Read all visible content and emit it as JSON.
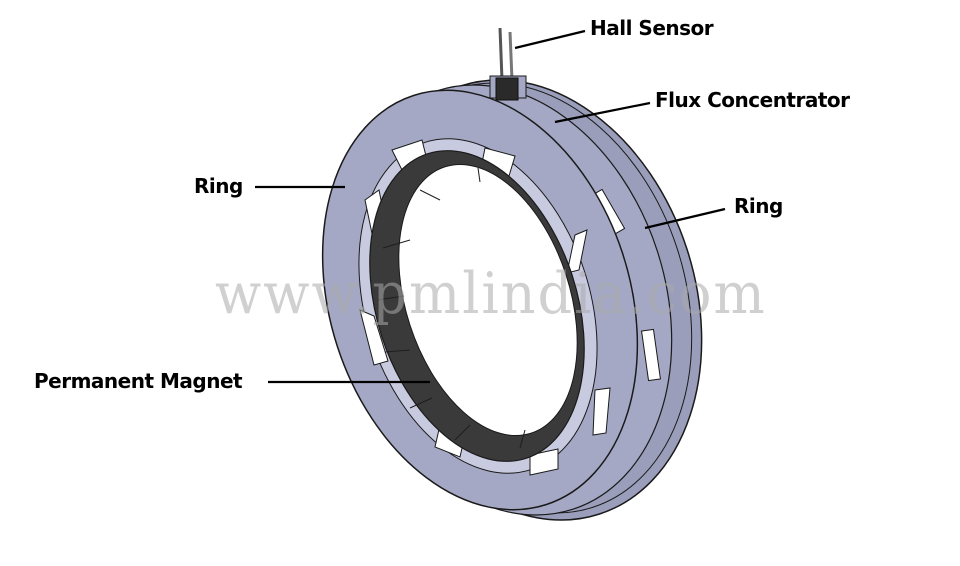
{
  "diagram": {
    "labels": {
      "hall_sensor": "Hall Sensor",
      "flux_concentrator": "Flux Concentrator",
      "ring_left": "Ring",
      "ring_right": "Ring",
      "permanent_magnet": "Permanent Magnet"
    },
    "watermark": "www.pmlindia.com",
    "colors": {
      "ring": "#a4a8c4",
      "ring_dark": "#8d91ad",
      "magnet": "#3a3a3a",
      "magnet_light": "#555555",
      "outline": "#1a1a1a",
      "background": "#ffffff"
    }
  }
}
